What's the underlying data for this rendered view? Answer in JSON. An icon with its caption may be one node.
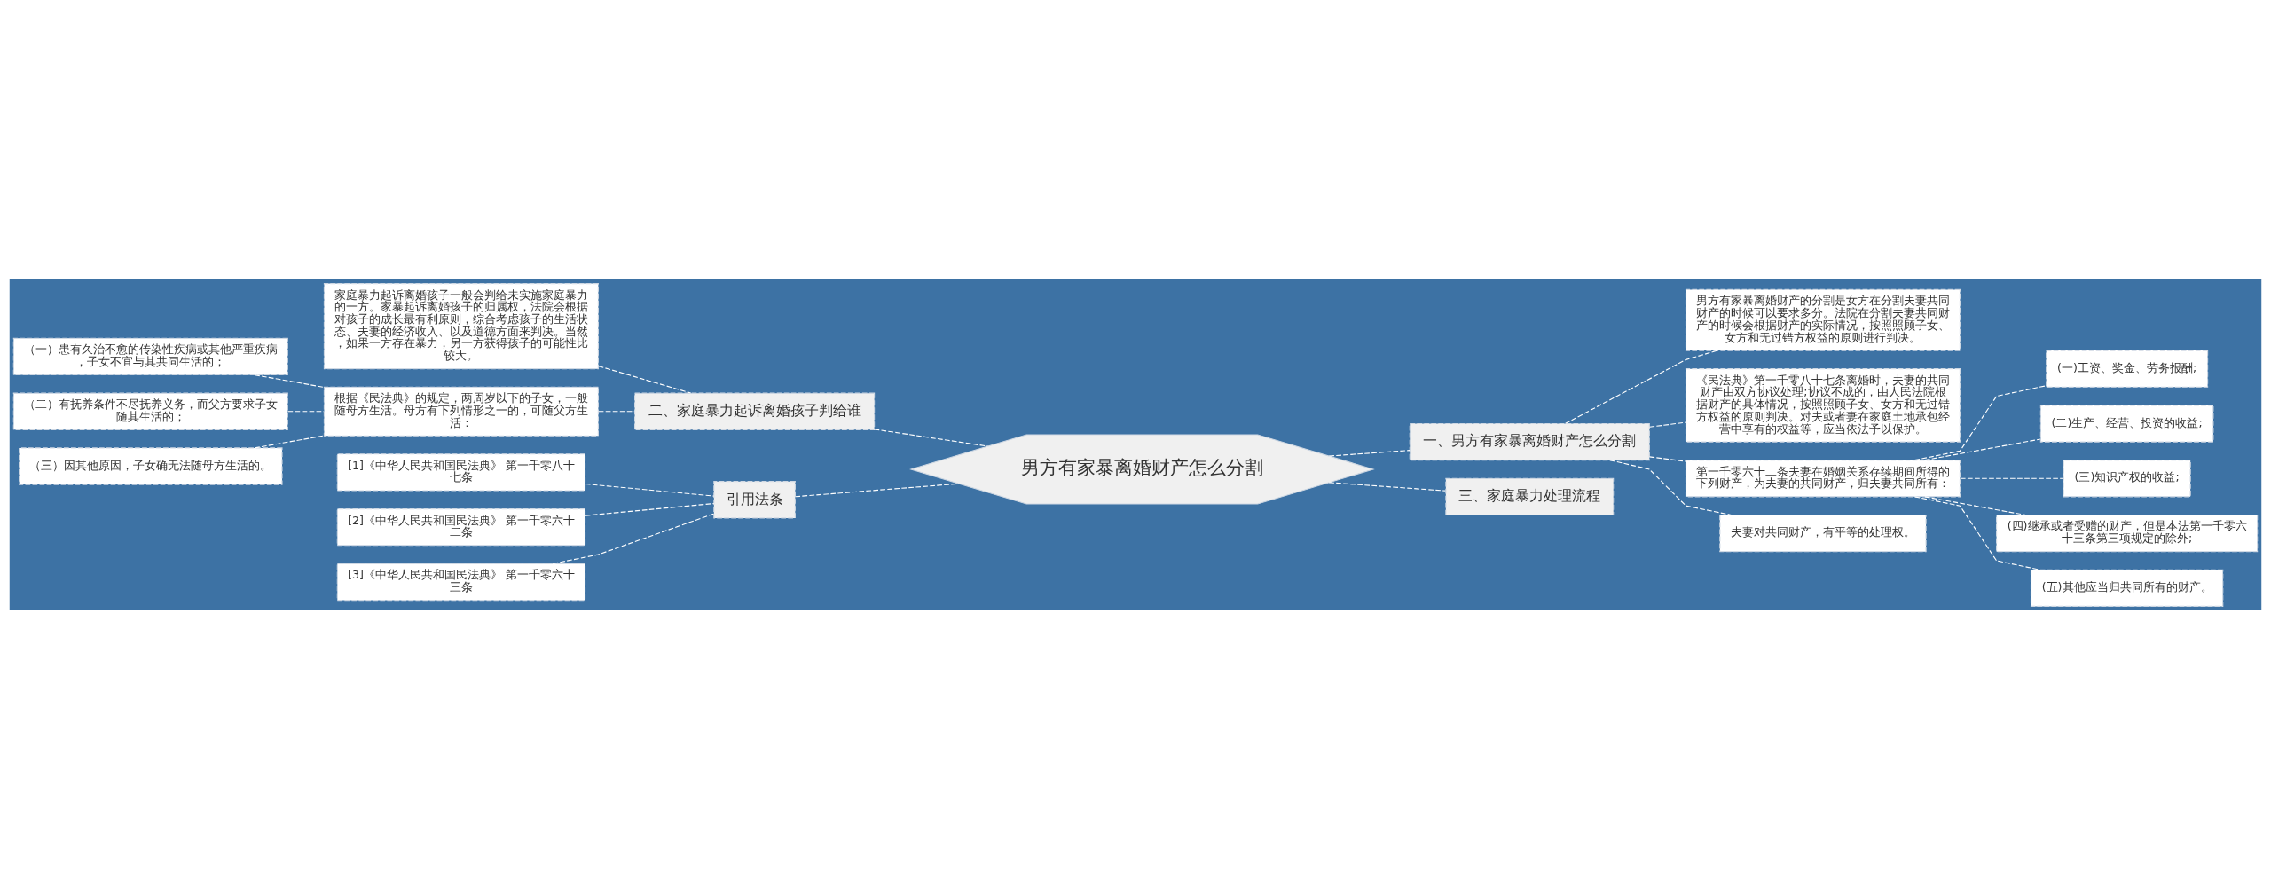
{
  "diagram": {
    "nodes": [
      {
        "text": [
          "男方有家暴离婚财产怎么分割"
        ]
      },
      {
        "text": [
          "二、家庭暴力起诉离婚孩子判给谁"
        ]
      },
      {
        "text": [
          "家庭暴力起诉离婚孩子一般会判给未实施家庭暴力的一方。家暴起诉离婚孩子的归属权，法院会根据对孩子的成长最有利原则，综合考虑孩子的生活状态、夫妻的经济收入、以及道德方面来判决。当然，如果一方存在暴力，另一方获得孩子的可能性比较大。"
        ]
      },
      {
        "text": [
          "根据《民法典》的规定，两周岁以下的子女，一般随母方生活。母方有下列情形之一的，可随父方生活："
        ]
      },
      {
        "text": [
          "（一）患有久治不愈的传染性疾病或其他严重疾病，子女不宜与其共同生活的；"
        ]
      },
      {
        "text": [
          "（二）有抚养条件不尽抚养义务，而父方要求子女随其生活的；"
        ]
      },
      {
        "text": [
          "（三）因其他原因，子女确无法随母方生活的。"
        ]
      },
      {
        "text": [
          "引用法条"
        ]
      },
      {
        "text": [
          "[1]《中华人民共和国民法典》 第一千零八十七条"
        ]
      },
      {
        "text": [
          "[2]《中华人民共和国民法典》 第一千零六十二条"
        ]
      },
      {
        "text": [
          "[3]《中华人民共和国民法典》 第一千零六十三条"
        ]
      },
      {
        "text": [
          "一、男方有家暴离婚财产怎么分割"
        ]
      },
      {
        "text": [
          "男方有家暴离婚财产的分割是女方在分割夫妻共同财产的时候可以要求多分。法院在分割夫妻共同财产的时候会根据财产的实际情况，按照照顾子女、女方和无过错方权益的原则进行判决。"
        ]
      },
      {
        "text": [
          "《民法典》第一千零八十七条离婚时，夫妻的共同财产由双方协议处理;协议不成的，由人民法院根据财产的具体情况，按照照顾子女、女方和无过错方权益的原则判决。对夫或者妻在家庭土地承包经营中享有的权益等，应当依法予以保护。"
        ]
      },
      {
        "text": [
          "第一千零六十二条夫妻在婚姻关系存续期间所得的下列财产，为夫妻的共同财产，归夫妻共同所有："
        ]
      },
      {
        "text": [
          "(一)工资、奖金、劳务报酬;"
        ]
      },
      {
        "text": [
          "(二)生产、经营、投资的收益;"
        ]
      },
      {
        "text": [
          "(三)知识产权的收益;"
        ]
      },
      {
        "text": [
          "(四)继承或者受赠的财产，但是本法第一千零六十三条第三项规定的除外;"
        ]
      },
      {
        "text": [
          "(五)其他应当归共同所有的财产。"
        ]
      },
      {
        "text": [
          "夫妻对共同财产，有平等的处理权。"
        ]
      },
      {
        "text": [
          "三、家庭暴力处理流程"
        ]
      }
    ],
    "edges": [
      {
        "from": 0,
        "to": 1,
        "arrow": "none",
        "style": "dashed"
      },
      {
        "from": 1,
        "to": 2,
        "arrow": "none",
        "style": "dashed"
      },
      {
        "from": 1,
        "to": 3,
        "arrow": "none",
        "style": "dashed"
      },
      {
        "from": 3,
        "to": 4,
        "arrow": "none",
        "style": "dashed"
      },
      {
        "from": 3,
        "to": 5,
        "arrow": "none",
        "style": "dashed"
      },
      {
        "from": 3,
        "to": 6,
        "arrow": "none",
        "style": "dashed"
      },
      {
        "from": 0,
        "to": 7,
        "arrow": "none",
        "style": "dashed"
      },
      {
        "from": 7,
        "to": 8,
        "arrow": "none",
        "style": "dashed"
      },
      {
        "from": 7,
        "to": 9,
        "arrow": "none",
        "style": "dashed"
      },
      {
        "from": 7,
        "to": 10,
        "arrow": "none",
        "style": "dashed"
      },
      {
        "from": 0,
        "to": 11,
        "arrow": "none",
        "style": "dashed"
      },
      {
        "from": 11,
        "to": 12,
        "arrow": "none",
        "style": "dashed"
      },
      {
        "from": 11,
        "to": 13,
        "arrow": "none",
        "style": "dashed"
      },
      {
        "from": 11,
        "to": 14,
        "arrow": "none",
        "style": "dashed"
      },
      {
        "from": 14,
        "to": 15,
        "arrow": "none",
        "style": "dashed"
      },
      {
        "from": 14,
        "to": 16,
        "arrow": "none",
        "style": "dashed"
      },
      {
        "from": 14,
        "to": 17,
        "arrow": "none",
        "style": "dashed"
      },
      {
        "from": 14,
        "to": 18,
        "arrow": "none",
        "style": "dashed"
      },
      {
        "from": 14,
        "to": 19,
        "arrow": "none",
        "style": "dashed"
      },
      {
        "from": 11,
        "to": 20,
        "arrow": "none",
        "style": "dashed"
      },
      {
        "from": 0,
        "to": 21,
        "arrow": "none",
        "style": "dashed"
      }
    ]
  }
}
